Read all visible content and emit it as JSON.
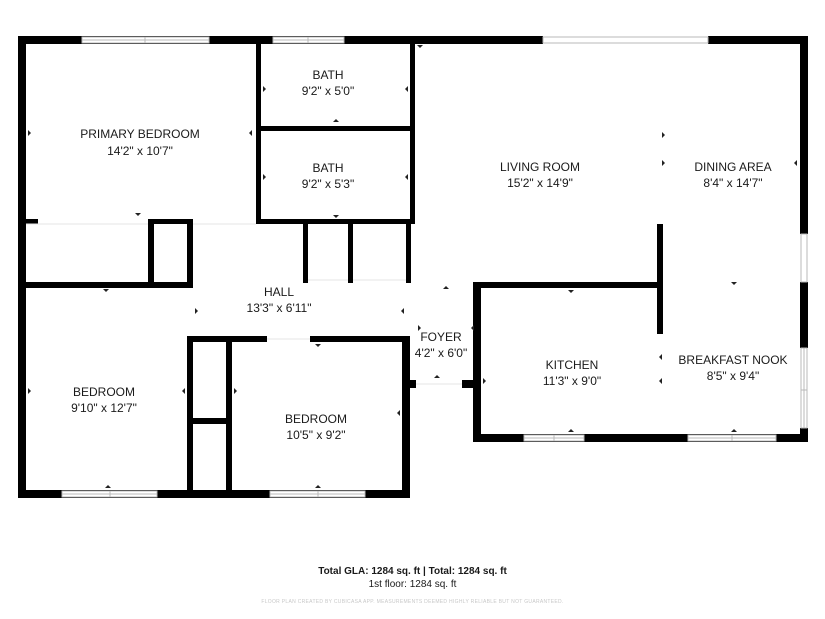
{
  "rooms": {
    "primary_bedroom": {
      "name": "PRIMARY BEDROOM",
      "dim": "14'2\" x 10'7\""
    },
    "bath1": {
      "name": "BATH",
      "dim": "9'2\" x 5'0\""
    },
    "bath2": {
      "name": "BATH",
      "dim": "9'2\" x 5'3\""
    },
    "living_room": {
      "name": "LIVING ROOM",
      "dim": "15'2\" x 14'9\""
    },
    "dining_area": {
      "name": "DINING AREA",
      "dim": "8'4\" x 14'7\""
    },
    "hall": {
      "name": "HALL",
      "dim": "13'3\" x 6'11\""
    },
    "foyer": {
      "name": "FOYER",
      "dim": "4'2\" x 6'0\""
    },
    "kitchen": {
      "name": "KITCHEN",
      "dim": "11'3\" x 9'0\""
    },
    "breakfast_nook": {
      "name": "BREAKFAST NOOK",
      "dim": "8'5\" x 9'4\""
    },
    "bedroom1": {
      "name": "BEDROOM",
      "dim": "9'10\" x 12'7\""
    },
    "bedroom2": {
      "name": "BEDROOM",
      "dim": "10'5\" x 9'2\""
    }
  },
  "footer": {
    "gla": "Total GLA: 1284 sq. ft | Total: 1284 sq. ft",
    "floor": "1st floor: 1284 sq. ft",
    "disclaimer": "FLOOR PLAN CREATED BY CUBICASA APP. MEASUREMENTS DEEMED HIGHLY RELIABLE BUT NOT GUARANTEED."
  }
}
